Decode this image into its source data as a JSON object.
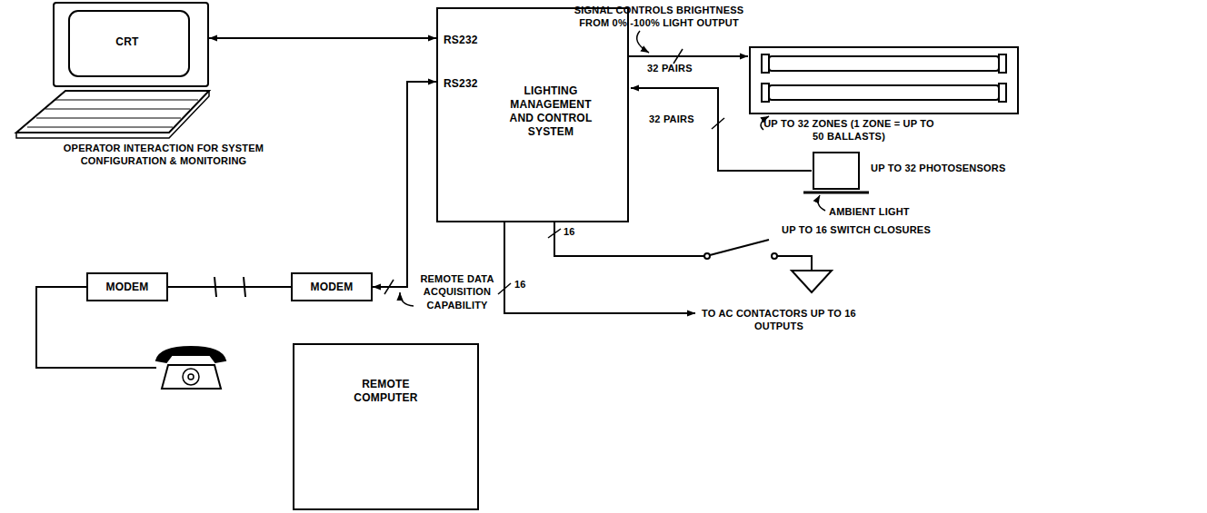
{
  "diagram": {
    "nodes": [
      {
        "text": [
          "CRT"
        ]
      },
      {
        "text": [
          "RS232",
          "RS232",
          "LIGHTING MANAGEMENT AND CONTROL SYSTEM"
        ]
      },
      {
        "text": [
          "MODEM"
        ]
      },
      {
        "text": [
          "MODEM"
        ]
      },
      {
        "text": [
          "REMOTE COMPUTER"
        ]
      }
    ],
    "edges": [
      {
        "from": 0,
        "to": 1,
        "arrow": "both"
      },
      {
        "from": 3,
        "to": 1,
        "arrow": "both"
      },
      {
        "from": 2,
        "to": 3,
        "arrow": "none"
      }
    ],
    "labels": [
      "SIGNAL CONTROLS BRIGHTNESS FROM 0% -100% LIGHT OUTPUT",
      "32 PAIRS",
      "UP TO 32 ZONES (1 ZONE = UP TO 50 BALLASTS)",
      "32 PAIRS",
      "UP TO 32 PHOTOSENSORS",
      "AMBIENT LIGHT",
      "16",
      "UP TO 16 SWITCH CLOSURES",
      "16",
      "TO AC CONTACTORS UP TO 16 OUTPUTS",
      "OPERATOR INTERACTION FOR SYSTEM CONFIGURATION & MONITORING",
      "REMOTE DATA ACQUISITION CAPABILITY"
    ]
  }
}
